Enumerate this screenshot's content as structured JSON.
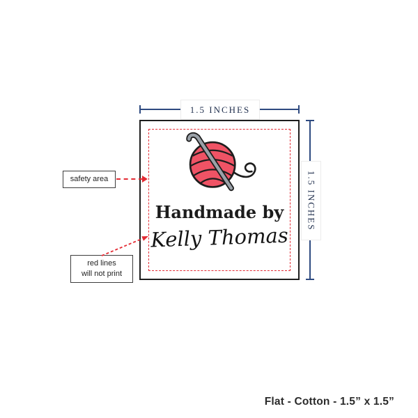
{
  "proof": {
    "caption": "Flat - Cotton - 1.5” x 1.5”"
  },
  "dimensions": {
    "width_label": "1.5 INCHES",
    "height_label": "1.5 INCHES"
  },
  "label_design": {
    "heading": "Handmade by",
    "signature": "Kelly Thomas",
    "artwork": "yarn-ball-with-crochet-hook"
  },
  "annotations": {
    "safety_area": "safety area",
    "red_lines": {
      "line1": "red lines",
      "line2": "will not print"
    }
  },
  "colors": {
    "dimension_line": "#2e4a80",
    "safety_dashed_red": "#e42a33",
    "label_border": "#1d1d1d",
    "yarn_red": "#ef5365",
    "hook_gray": "#9aa1a8",
    "caption_text": "#2b2b2b"
  }
}
